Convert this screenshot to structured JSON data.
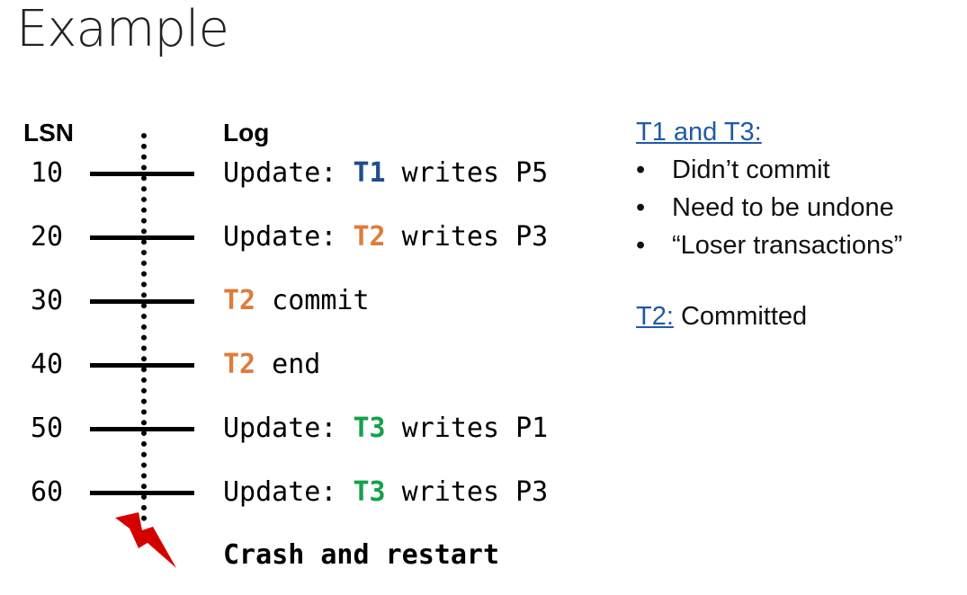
{
  "title": "Example",
  "lsn_header": "LSN",
  "log_header": "Log",
  "colors": {
    "T1": "#1f4e8c",
    "T2": "#e07b39",
    "T3": "#12a14b",
    "link": "#1f5aa6",
    "bolt": "#d40000"
  },
  "entries": [
    {
      "lsn": "10",
      "prefix": "Update: ",
      "tx": "T1",
      "suffix": " writes P5"
    },
    {
      "lsn": "20",
      "prefix": "Update: ",
      "tx": "T2",
      "suffix": " writes P3"
    },
    {
      "lsn": "30",
      "prefix": "",
      "tx": "T2",
      "suffix": " commit"
    },
    {
      "lsn": "40",
      "prefix": "",
      "tx": "T2",
      "suffix": " end"
    },
    {
      "lsn": "50",
      "prefix": "Update: ",
      "tx": "T3",
      "suffix": " writes P1"
    },
    {
      "lsn": "60",
      "prefix": "Update: ",
      "tx": "T3",
      "suffix": " writes P3"
    }
  ],
  "crash_label": "Crash and restart",
  "notes": {
    "t1t3_heading": "T1 and T3:",
    "bullets": [
      "Didn’t commit",
      "Need to be undone",
      "“Loser transactions”"
    ],
    "bullet_char": "•",
    "t2_heading": "T2:",
    "t2_text": " Committed"
  }
}
